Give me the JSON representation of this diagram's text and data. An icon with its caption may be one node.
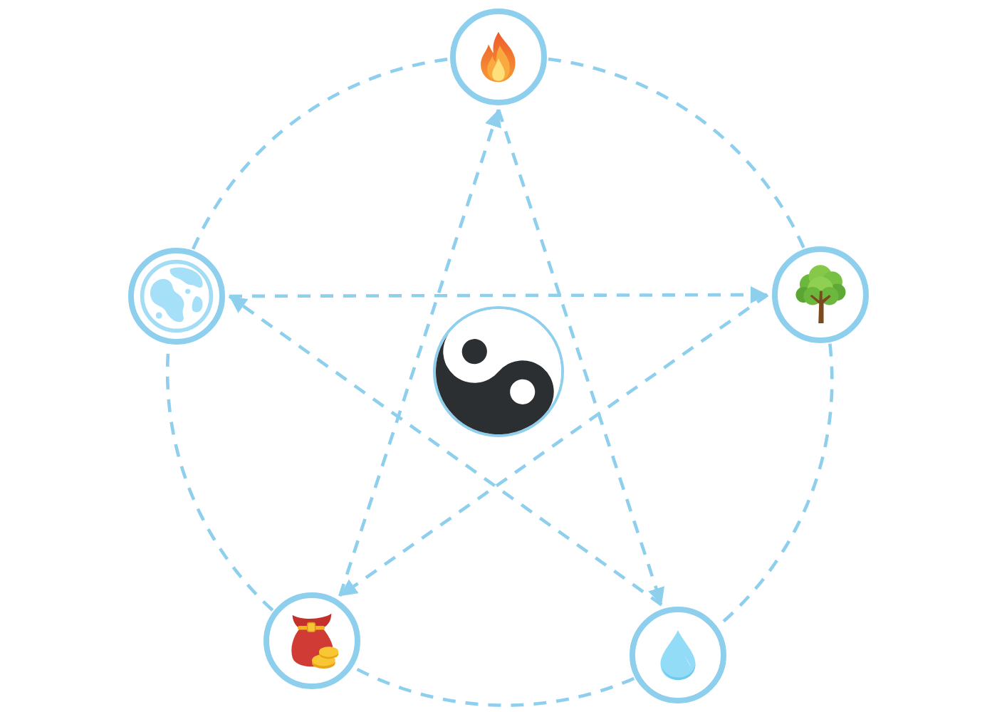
{
  "diagram": {
    "nodes": [
      {
        "text": [],
        "shape": "circle"
      },
      {
        "text": [],
        "shape": "circle"
      },
      {
        "text": [],
        "shape": "circle"
      },
      {
        "text": [],
        "shape": "circle"
      },
      {
        "text": [],
        "shape": "circle"
      },
      {
        "text": [],
        "shape": "circle"
      }
    ],
    "edges": [
      {
        "from": 0,
        "to": 2,
        "arrow": "none",
        "style": "dashed"
      },
      {
        "from": 2,
        "to": 5,
        "arrow": "none",
        "style": "dashed"
      },
      {
        "from": 5,
        "to": 4,
        "arrow": "none",
        "style": "dashed"
      },
      {
        "from": 4,
        "to": 1,
        "arrow": "none",
        "style": "dashed"
      },
      {
        "from": 1,
        "to": 0,
        "arrow": "none",
        "style": "dashed"
      },
      {
        "from": 4,
        "to": 0,
        "arrow": "to",
        "style": "dashed"
      },
      {
        "from": 0,
        "to": 5,
        "arrow": "to",
        "style": "dashed"
      },
      {
        "from": 5,
        "to": 1,
        "arrow": "to",
        "style": "dashed"
      },
      {
        "from": 1,
        "to": 2,
        "arrow": "to",
        "style": "dashed"
      },
      {
        "from": 2,
        "to": 4,
        "arrow": "to",
        "style": "dashed"
      }
    ]
  }
}
